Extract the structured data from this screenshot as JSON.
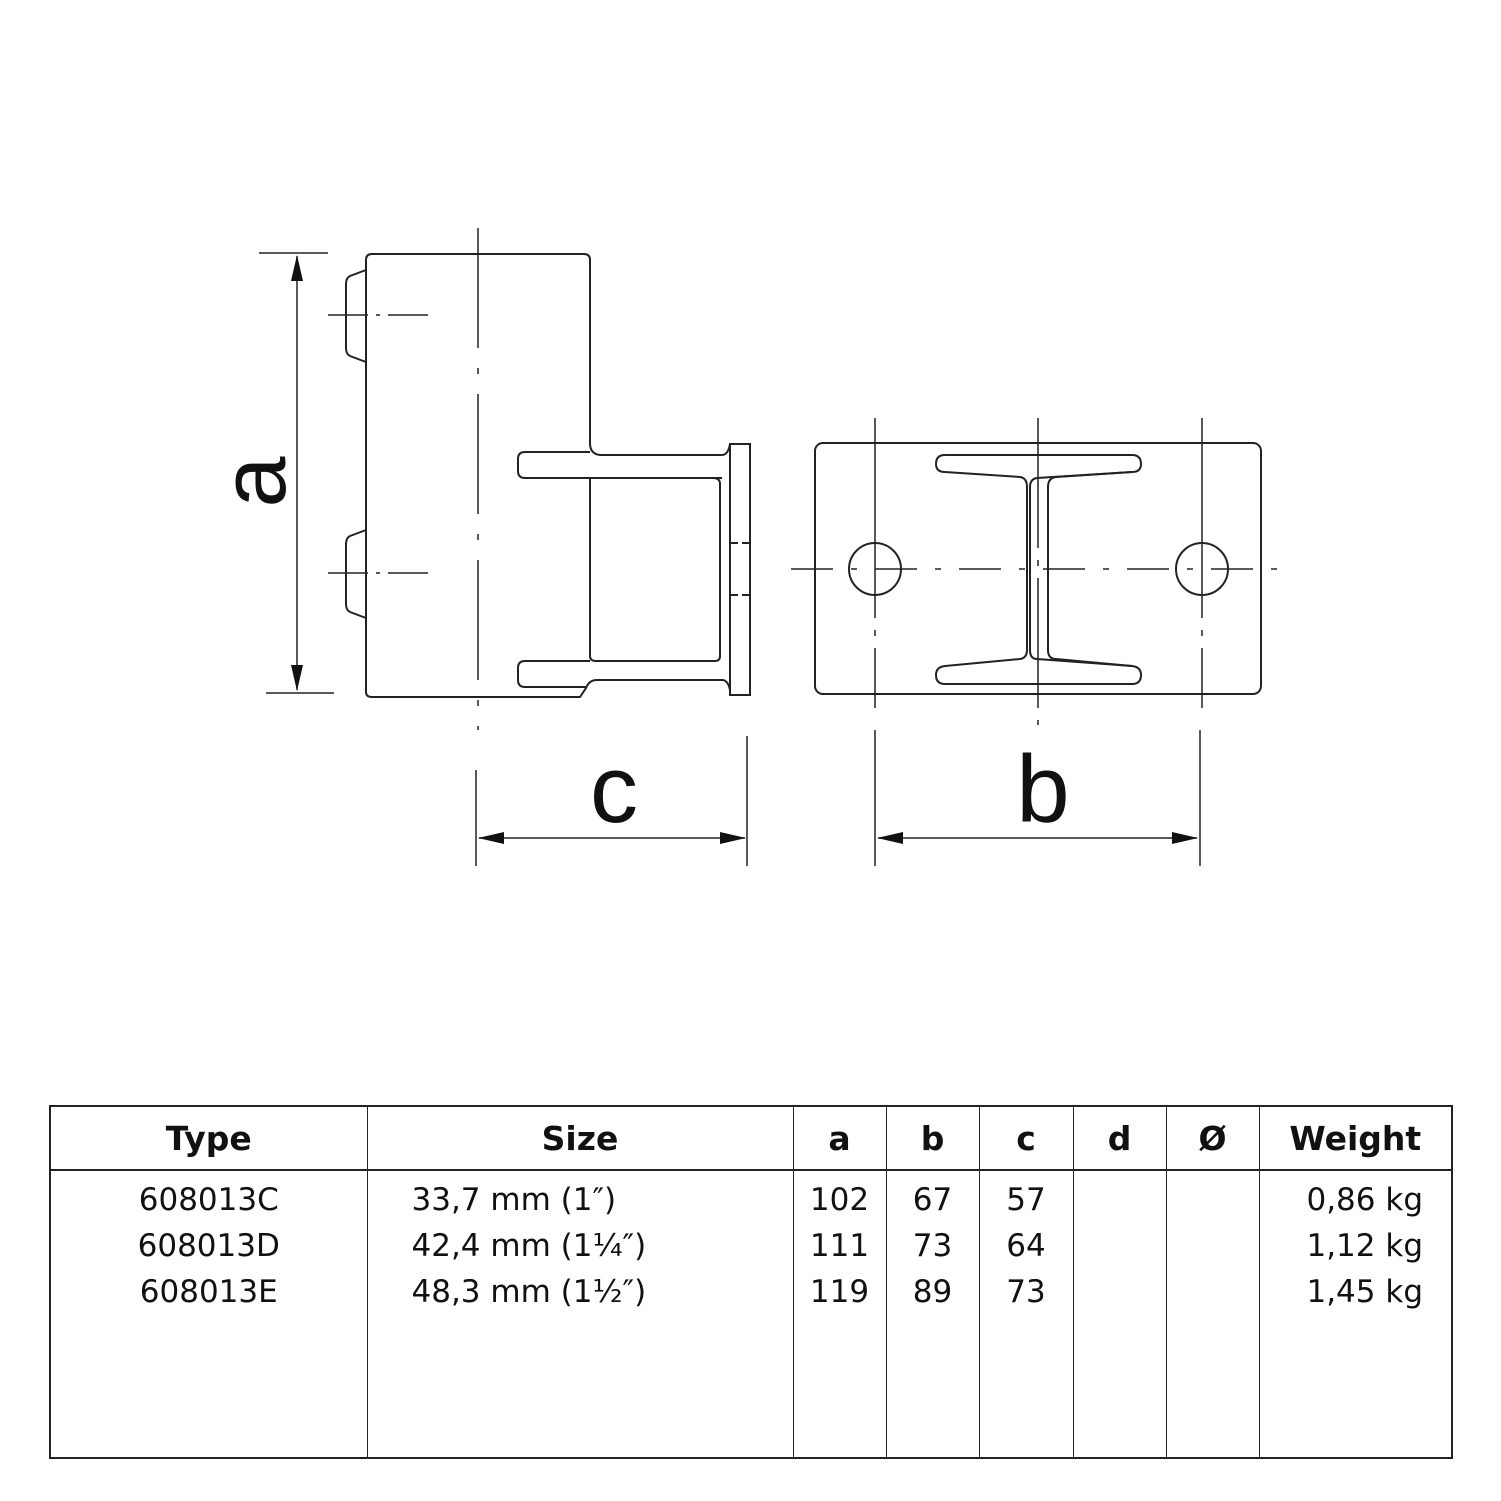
{
  "drawing": {
    "dimension_labels": {
      "a": "a",
      "b": "b",
      "c": "c"
    },
    "views": [
      "side-view",
      "base-plate-top-view"
    ],
    "line_color": "#222222"
  },
  "table": {
    "headers": {
      "type": "Type",
      "size": "Size",
      "a": "a",
      "b": "b",
      "c": "c",
      "d": "d",
      "diameter": "Ø",
      "weight": "Weight"
    },
    "rows": [
      {
        "type": "608013C",
        "size": "33,7 mm (1″)",
        "a": "102",
        "b": "67",
        "c": "57",
        "d": "",
        "diameter": "",
        "weight": "0,86 kg"
      },
      {
        "type": "608013D",
        "size": "42,4 mm (1¼″)",
        "a": "111",
        "b": "73",
        "c": "64",
        "d": "",
        "diameter": "",
        "weight": "1,12 kg"
      },
      {
        "type": "608013E",
        "size": "48,3 mm (1½″)",
        "a": "119",
        "b": "89",
        "c": "73",
        "d": "",
        "diameter": "",
        "weight": "1,45 kg"
      }
    ]
  }
}
